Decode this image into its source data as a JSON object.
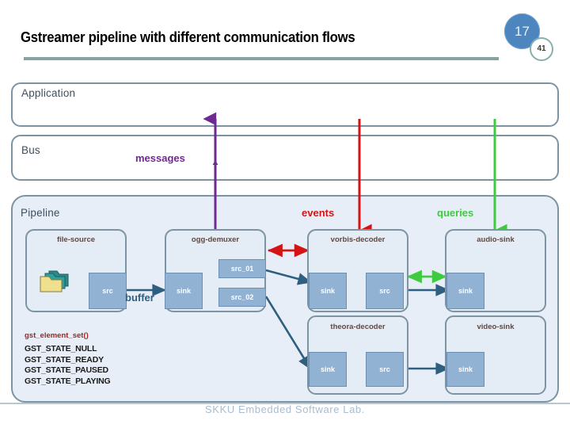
{
  "slide": {
    "title": "Gstreamer pipeline with different communication flows",
    "page_number": "17",
    "secondary_number": "41",
    "footer": "SKKU Embedded Software Lab.",
    "accent_rule_color": "#85a3a3",
    "badge_color": "#4d86bf"
  },
  "layers": [
    {
      "id": "application",
      "label": "Application"
    },
    {
      "id": "bus",
      "label": "Bus"
    },
    {
      "id": "pipeline",
      "label": "Pipeline"
    }
  ],
  "flows": [
    {
      "id": "messages",
      "label": "messages",
      "color": "#6f2a91",
      "direction": "up"
    },
    {
      "id": "events",
      "label": "events",
      "color": "#d41414",
      "direction": "down"
    },
    {
      "id": "queries",
      "label": "queries",
      "color": "#3fcb3f",
      "direction": "down"
    }
  ],
  "elements": [
    {
      "id": "file-source",
      "name": "file-source",
      "pads": [
        {
          "label": "src",
          "type": "src"
        }
      ],
      "icon": "folder-icon"
    },
    {
      "id": "ogg-demuxer",
      "name": "ogg-demuxer",
      "pads": [
        {
          "label": "sink",
          "type": "sink"
        },
        {
          "label": "src_01",
          "type": "src"
        },
        {
          "label": "src_02",
          "type": "src"
        }
      ]
    },
    {
      "id": "vorbis-decoder",
      "name": "vorbis-decoder",
      "pads": [
        {
          "label": "sink",
          "type": "sink"
        },
        {
          "label": "src",
          "type": "src"
        }
      ]
    },
    {
      "id": "audio-sink",
      "name": "audio-sink",
      "pads": [
        {
          "label": "sink",
          "type": "sink"
        }
      ]
    },
    {
      "id": "theora-decoder",
      "name": "theora-decoder",
      "pads": [
        {
          "label": "sink",
          "type": "sink"
        },
        {
          "label": "src",
          "type": "src"
        }
      ]
    },
    {
      "id": "video-sink",
      "name": "video-sink",
      "pads": [
        {
          "label": "sink",
          "type": "sink"
        }
      ]
    }
  ],
  "connections": [
    {
      "from": "file-source.src",
      "to": "ogg-demuxer.sink",
      "label": "buffer",
      "color": "#2e5f80"
    },
    {
      "from": "ogg-demuxer.src_01",
      "to": "vorbis-decoder.sink",
      "label": "",
      "color": "#2e5f80"
    },
    {
      "from": "ogg-demuxer.src_02",
      "to": "theora-decoder.sink",
      "label": "",
      "color": "#2e5f80"
    },
    {
      "from": "vorbis-decoder.src",
      "to": "audio-sink.sink",
      "label": "",
      "color": "#2e5f80"
    },
    {
      "from": "theora-decoder.src",
      "to": "video-sink.sink",
      "label": "",
      "color": "#2e5f80"
    },
    {
      "from": "ogg-demuxer",
      "to": "vorbis-decoder",
      "label": "",
      "color": "#d41414",
      "style": "double"
    },
    {
      "from": "vorbis-decoder.src",
      "to": "audio-sink.sink",
      "label": "",
      "color": "#3fcb3f",
      "style": "double"
    }
  ],
  "api_note": {
    "function": "gst_element_set()",
    "states": "GST_STATE_NULL\nGST_STATE_READY\nGST_STATE_PAUSED\nGST_STATE_PLAYING"
  },
  "labels": {
    "buffer": "buffer"
  }
}
